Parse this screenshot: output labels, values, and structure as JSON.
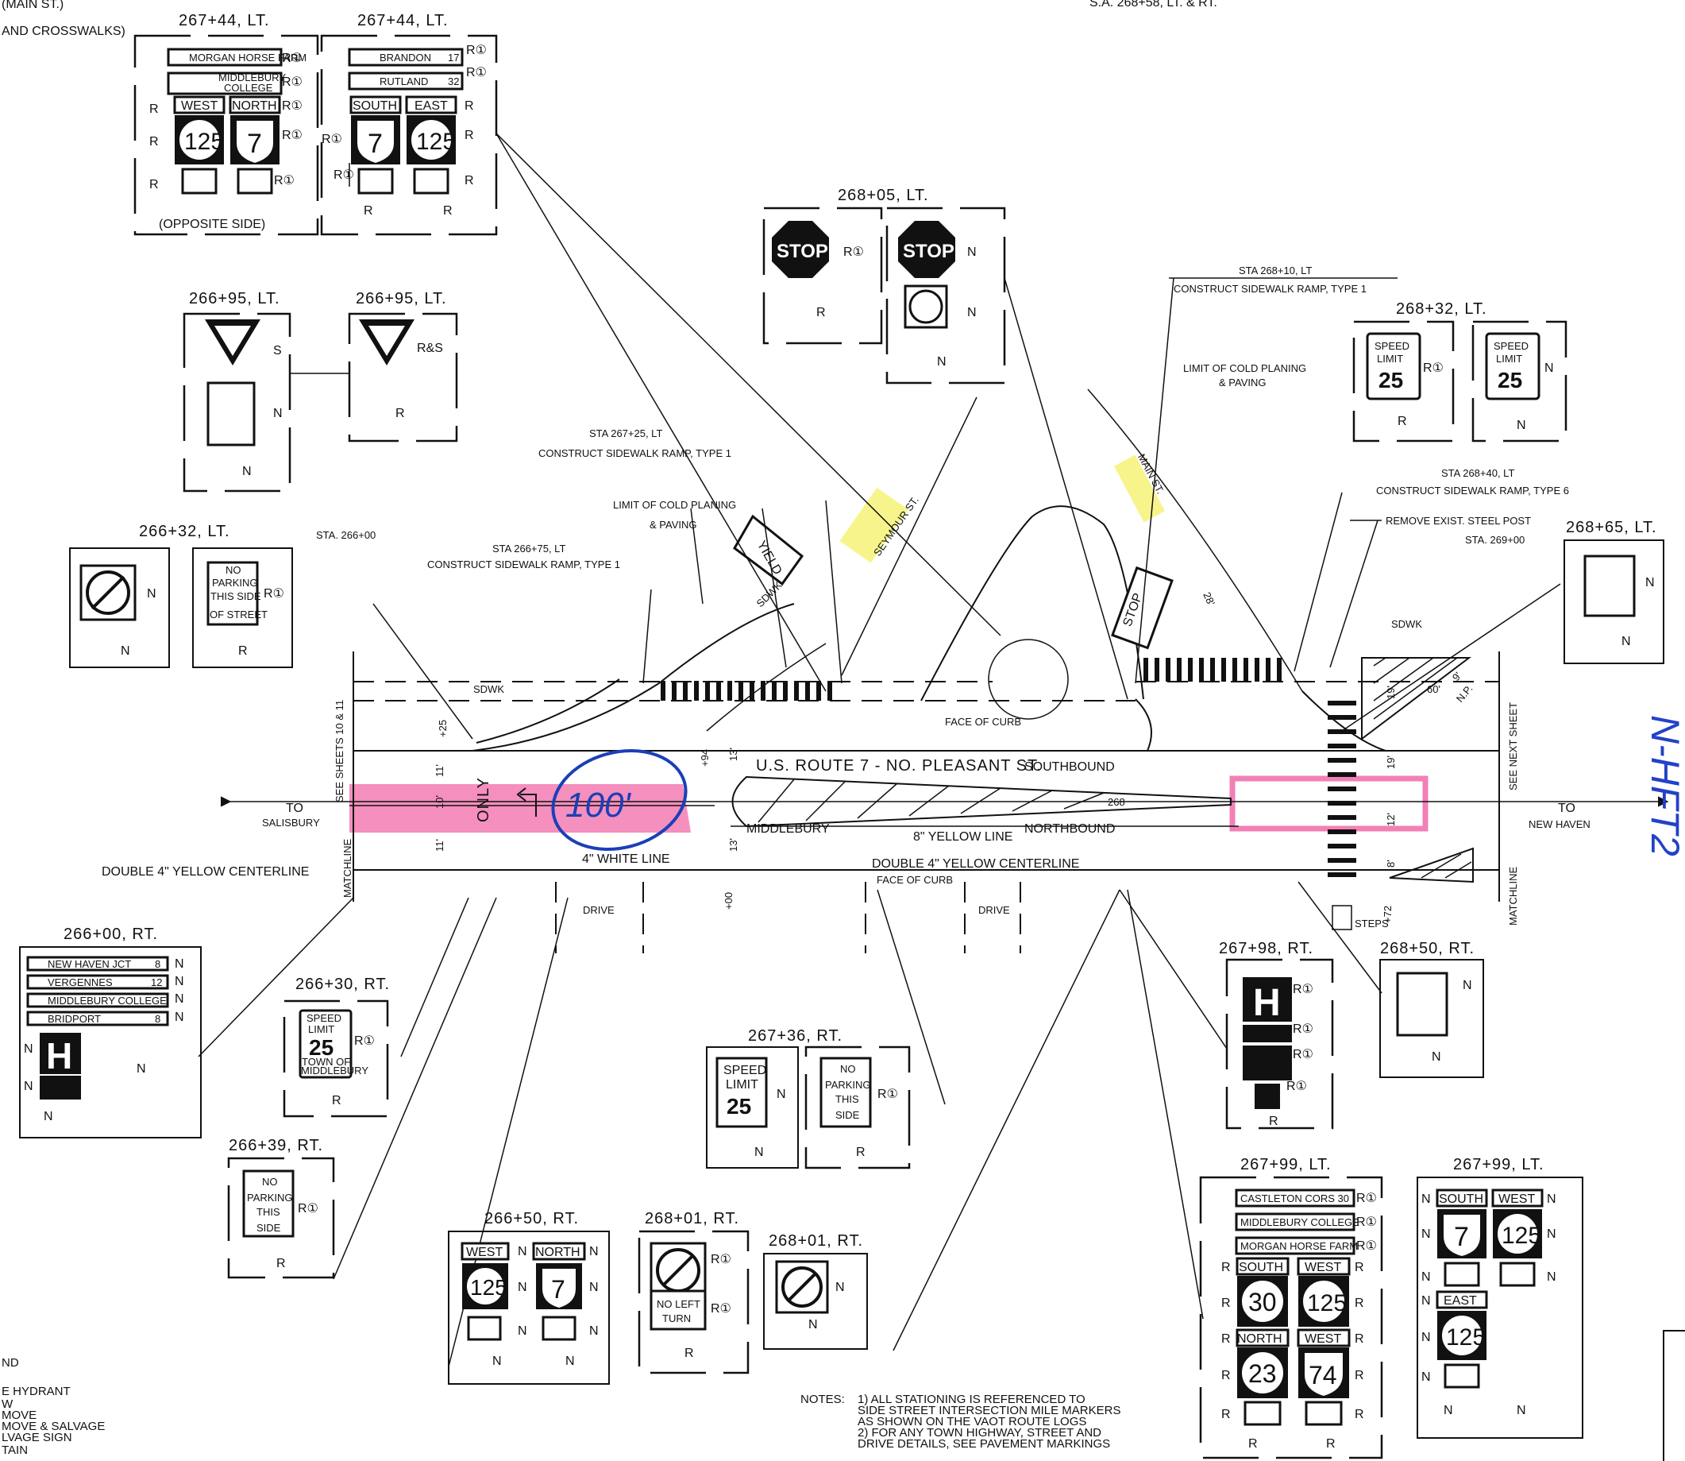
{
  "corner_text": {
    "top_left_1": "(MAIN ST.)",
    "top_left_2": "AND CROSSWALKS)",
    "top_right": "S.A. 268+58, LT. & RT."
  },
  "stations": {
    "s26744a": "267+44, LT.",
    "s26744b": "267+44, LT.",
    "s26805": "268+05, LT.",
    "s26695a": "266+95, LT.",
    "s26695b": "266+95, LT.",
    "s26832": "268+32, LT.",
    "s26632": "266+32, LT.",
    "s26865": "268+65, LT.",
    "s26600": "266+00, RT.",
    "s26630": "266+30, RT.",
    "s26639": "266+39, RT.",
    "s26736": "267+36, RT.",
    "s26798": "267+98, RT.",
    "s26850": "268+50, RT.",
    "s26650": "266+50, RT.",
    "s26801a": "268+01, RT.",
    "s26801b": "268+01, RT.",
    "s26799a": "267+99, LT.",
    "s26799b": "267+99, LT."
  },
  "callouts": {
    "c1": "STA 268+10, LT",
    "c1b": "CONSTRUCT SIDEWALK RAMP, TYPE 1",
    "c2": "LIMIT OF COLD PLANING",
    "c2b": "& PAVING",
    "c3": "STA 267+25, LT",
    "c3b": "CONSTRUCT SIDEWALK RAMP, TYPE 1",
    "c4": "LIMIT OF COLD PLANING",
    "c4b": "& PAVING",
    "c5": "STA. 266+00",
    "c6": "STA 266+75, LT",
    "c6b": "CONSTRUCT SIDEWALK RAMP, TYPE 1",
    "c7": "STA 268+40, LT",
    "c7b": "CONSTRUCT SIDEWALK RAMP, TYPE 6",
    "c8": "REMOVE EXIST. STEEL POST",
    "c9": "STA. 269+00"
  },
  "roadway": {
    "route": "U.S. ROUTE 7 - NO. PLEASANT ST.",
    "southbound": "SOUTHBOUND",
    "northbound": "NORTHBOUND",
    "middlebury": "MIDDLEBURY",
    "to_salisbury_1": "TO",
    "to_salisbury_2": "SALISBURY",
    "to_newhaven_1": "TO",
    "to_newhaven_2": "NEW HAVEN",
    "double_yellow_left": "DOUBLE 4\" YELLOW CENTERLINE",
    "white_line": "4\" WHITE LINE",
    "yellow_8": "8\" YELLOW LINE",
    "double_yellow_mid": "DOUBLE 4\" YELLOW CENTERLINE",
    "face_curb_top": "FACE OF CURB",
    "face_curb_bot": "FACE OF CURB",
    "drive1": "DRIVE",
    "drive2": "DRIVE",
    "sdwk1": "SDWK",
    "sdwk2": "SDWK",
    "sdwk3": "SDWK",
    "matchline1": "MATCHLINE",
    "matchline2": "MATCHLINE",
    "see_sheets": "SEE SHEETS 10 & 11",
    "see_next": "SEE NEXT SHEET",
    "steps": "STEPS",
    "plus72": "+72",
    "plus25": "+25",
    "plus94": "+94",
    "plus00": "+00",
    "plus268": "268",
    "dim11a": "11'",
    "dim10": "10'",
    "dim11b": "11'",
    "dim13a": "13'",
    "dim13b": "13'",
    "dim19a": "19'",
    "dim19b": "19'",
    "dim12": "12'",
    "dim8": "8'",
    "dim28": "28'",
    "dim60": "60'",
    "dim9": "9'",
    "np": "N.P.",
    "only": "ONLY",
    "yield_pm": "YIELD",
    "stop_pm": "STOP",
    "seymour": "SEYMOUR ST.",
    "main_st": "MAIN ST.",
    "annot_100": "100'"
  },
  "handwriting": "N-HFT2",
  "signs": {
    "yield": "YIELD",
    "stop": "STOP",
    "speed": "SPEED",
    "limit": "LIMIT",
    "v25": "25",
    "no": "NO",
    "parking": "PARKING",
    "this": "THIS",
    "side": "SIDE",
    "of_street": "OF STREET",
    "this_side": "THIS SIDE",
    "town_of": "TOWN OF",
    "middlebury": "MIDDLEBURY",
    "no_left": "NO LEFT",
    "turn": "TURN",
    "west": "WEST",
    "north": "NORTH",
    "south": "SOUTH",
    "east": "EAST",
    "r7": "7",
    "r125": "125",
    "r30": "30",
    "r23": "23",
    "r74": "74",
    "h": "H",
    "morgan": "MORGAN HORSE FARM",
    "middcoll": "MIDDLEBURY COLLEGE",
    "middcoll2": "MIDDLEBURY",
    "middcoll3": "COLLEGE",
    "brandon": "BRANDON",
    "brandon_d": "17",
    "rutland": "RUTLAND",
    "rutland_d": "32",
    "newhaven_jct": "NEW HAVEN JCT",
    "nh_d": "8",
    "vergennes": "VERGENNES",
    "verg_d": "12",
    "middcoll_caps": "MIDDLEBURY COLLEGE",
    "bridport": "BRIDPORT",
    "brid_d": "8",
    "castleton": "CASTLETON CORS 30",
    "middcoll_s": "MIDDLEBURY COLLEGE",
    "morgan_s": "MORGAN HORSE FARM",
    "opposite": "(OPPOSITE SIDE)",
    "R": "R",
    "N": "N",
    "S": "S",
    "RS": "R&S",
    "R1": "R①"
  },
  "legend": [
    "ND",
    "E HYDRANT",
    "W",
    "MOVE",
    "MOVE & SALVAGE",
    "LVAGE SIGN",
    "TAIN"
  ],
  "notes": {
    "hdr": "NOTES:",
    "n1": "1)  ALL STATIONING IS REFERENCED TO",
    "n1b": "SIDE STREET INTERSECTION MILE MARKERS",
    "n1c": "AS SHOWN ON THE VAOT ROUTE LOGS",
    "n2": "2)   FOR ANY TOWN HIGHWAY, STREET AND",
    "n2b": "DRIVE DETAILS, SEE PAVEMENT MARKINGS"
  }
}
